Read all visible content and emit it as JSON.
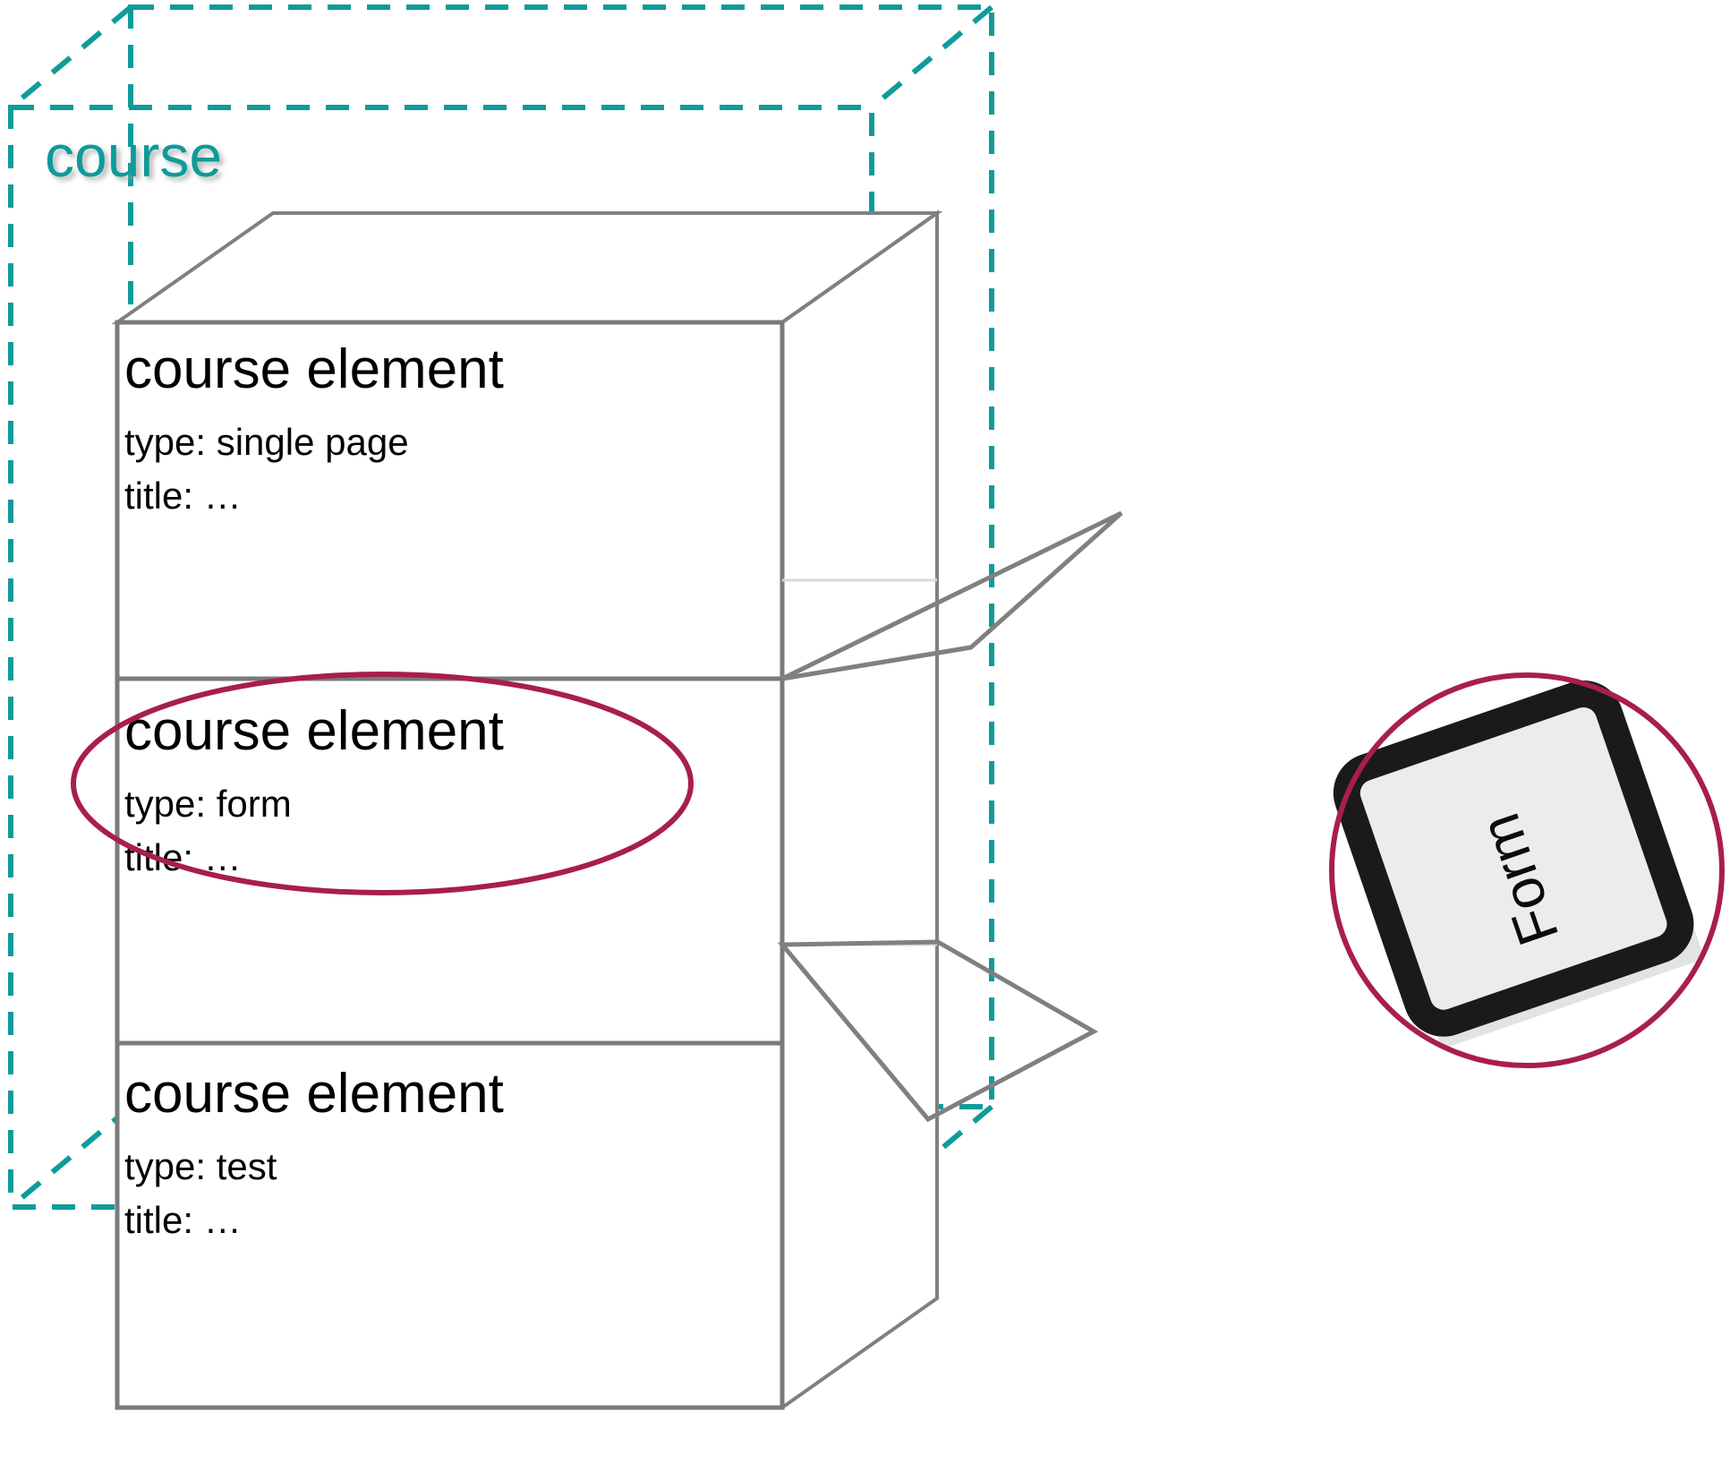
{
  "diagram": {
    "title_label": "course",
    "colors": {
      "container_teal": "#0f9b9b",
      "annotation_crimson": "#a81e4d",
      "box_gray": "#808080",
      "keycap_black": "#1a1a1a",
      "keycap_face": "#e8e8e8",
      "keycap_shadow": "#dcdcdc",
      "text_black": "#000000",
      "background": "#ffffff"
    },
    "container": {
      "name": "course",
      "style": "dashed 3d wireframe box"
    },
    "elements": [
      {
        "heading": "course element",
        "type_line": "type: single page",
        "title_line": "title: …",
        "highlighted": false,
        "has_flap": true
      },
      {
        "heading": "course element",
        "type_line": "type: form",
        "title_line": "title: …",
        "highlighted": true,
        "has_flap": true
      },
      {
        "heading": "course element",
        "type_line": "type: test",
        "title_line": "title: …",
        "highlighted": false,
        "has_flap": false
      }
    ],
    "callout": {
      "keycap_label": "Form",
      "shape": "rotated keyboard key",
      "circled": true
    }
  }
}
